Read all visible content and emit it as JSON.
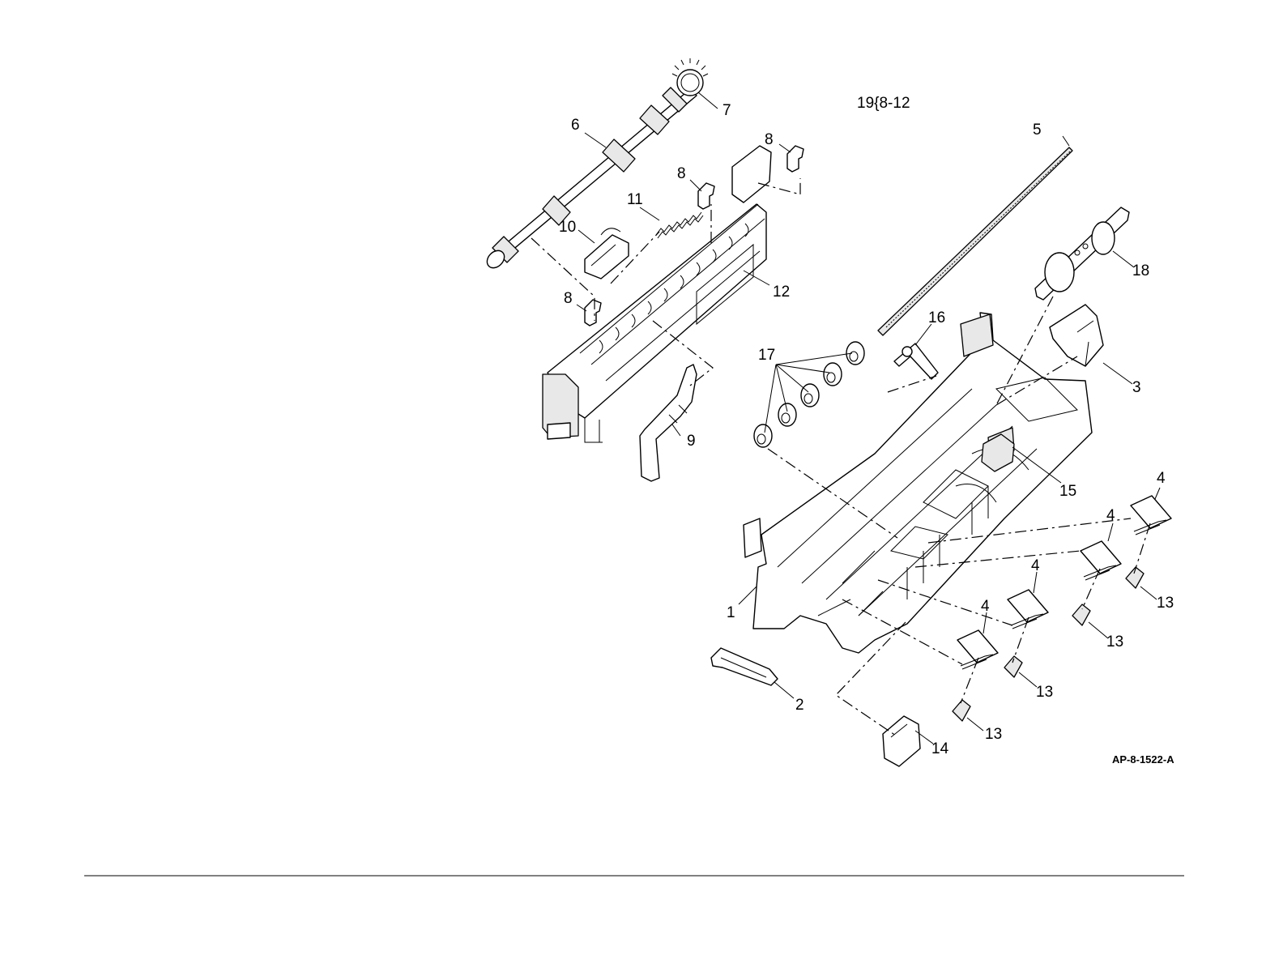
{
  "diagram": {
    "reference": "19{8-12",
    "figure_code": "AP-8-1522-A",
    "callouts": [
      "1",
      "2",
      "3",
      "4",
      "4",
      "4",
      "4",
      "5",
      "6",
      "7",
      "8",
      "8",
      "8",
      "9",
      "10",
      "11",
      "12",
      "13",
      "13",
      "13",
      "13",
      "14",
      "15",
      "16",
      "17",
      "18"
    ]
  }
}
